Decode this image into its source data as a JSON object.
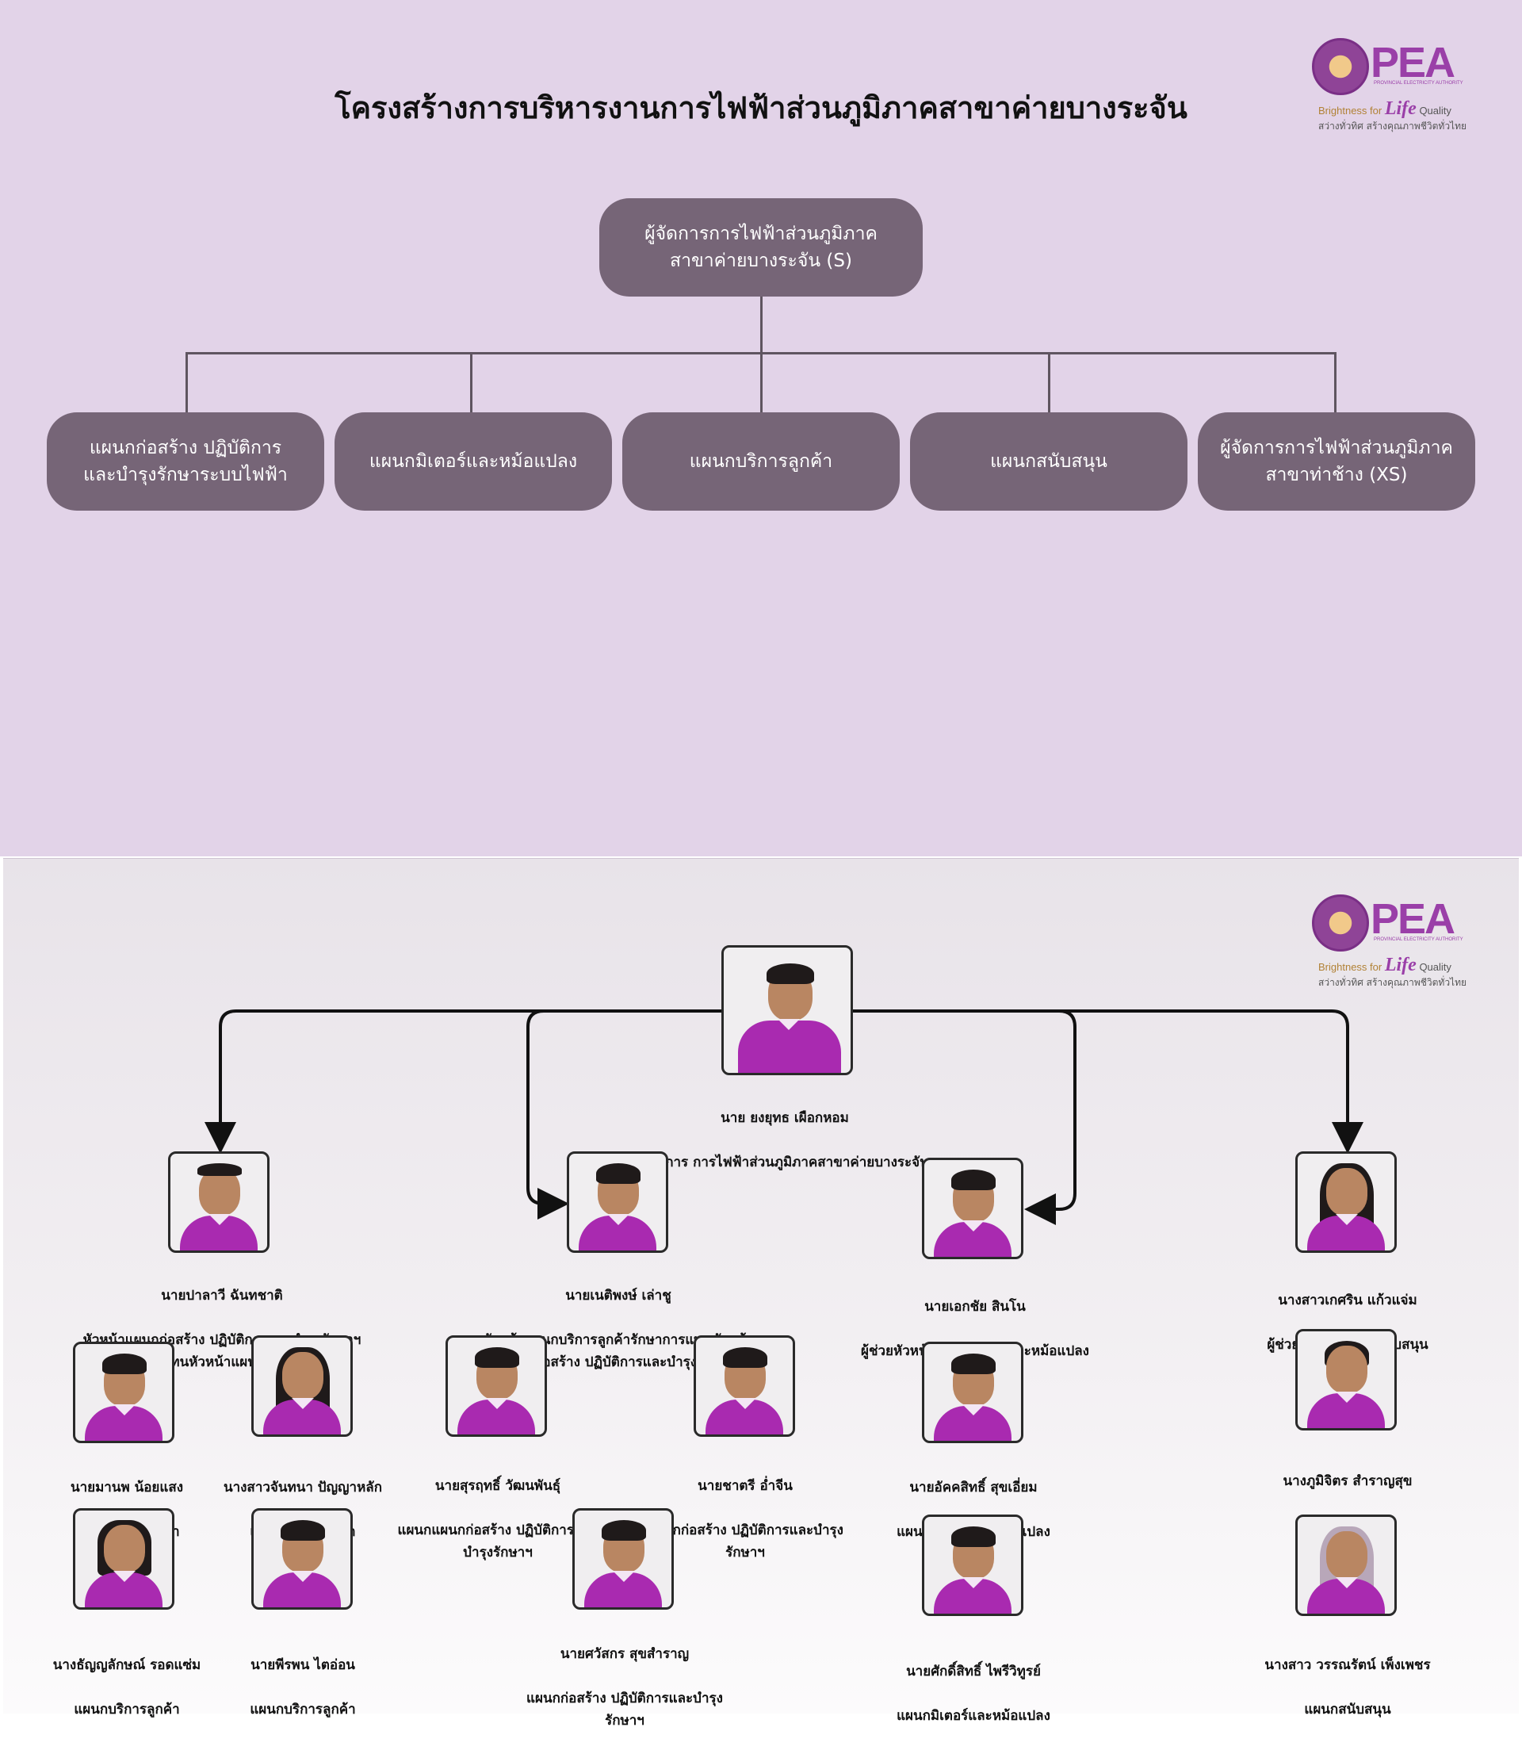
{
  "header": {
    "title": "โครงสร้างการบริหารงานการไฟฟ้าส่วนภูมิภาคสาขาค่ายบางระจัน"
  },
  "logo": {
    "brand": "PEA",
    "brand_sub": "PROVINCIAL ELECTRICITY AUTHORITY",
    "tagline_brightness": "Brightness for",
    "tagline_life": "Life",
    "tagline_quality": "Quality",
    "slogan": "สว่างทั่วทิศ สร้างคุณภาพชีวิตทั่วไทย"
  },
  "org_chart": {
    "manager": "ผู้จัดการการไฟฟ้าส่วนภูมิภาค\nสาขาค่ายบางระจัน (S)",
    "departments": [
      "แผนกก่อสร้าง ปฏิบัติการ\nและบำรุงรักษาระบบไฟฟ้า",
      "แผนกมิเตอร์และหม้อแปลง",
      "แผนกบริการลูกค้า",
      "แผนกสนับสนุน",
      "ผู้จัดการการไฟฟ้าส่วนภูมิภาค\nสาขาท่าช้าง (XS)"
    ]
  },
  "staff": {
    "manager": {
      "name": "นาย ยงยุทธ เผือกหอม",
      "role": "ผู้จัดการ การไฟฟ้าส่วนภูมิภาคสาขาค่ายบางระจัน"
    },
    "heads": [
      {
        "name": "นายปาลาวี ฉันทชาติ",
        "role": "หัวหน้าแผนกก่อสร้าง ปฏิบัติการและบำรุงรักษาฯ\nรักษาการแทนหัวหน้าแผนกบริการลูกค้า"
      },
      {
        "name": "นายเนติพงษ์ เล่าชู",
        "role": "หัวหน้าแผนกบริการลูกค้ารักษาการแทนหัวหน้า\nแผนกก่อสร้าง ปฏิบัติการและบำรุงรักษาฯ"
      },
      {
        "name": "นายเอกชัย สินโน",
        "role": "ผู้ช่วยหัวหน้าแผนกมิเตอร์และหม้อแปลง"
      },
      {
        "name": "นางสาวเกศริน แก้วแจ่ม",
        "role": "ผู้ช่วยหัวหน้าแผนกสนับสนุน"
      }
    ],
    "members": [
      {
        "name": "นายมานพ น้อยแสง",
        "role": "แผนกบริการลูกค้า"
      },
      {
        "name": "นางสาวจันทนา ปัญญาหลัก",
        "role": "แผนกบริการลูกค้า"
      },
      {
        "name": "นางธัญญลักษณ์ รอดแซ่ม",
        "role": "แผนกบริการลูกค้า"
      },
      {
        "name": "นายพีรพน ไตอ่อน",
        "role": "แผนกบริการลูกค้า"
      },
      {
        "name": "นายสุรฤทธิ์ วัฒนพันธุ์",
        "role": "แผนกแผนกก่อสร้าง ปฏิบัติการและ\nบำรุงรักษาฯ"
      },
      {
        "name": "นายชาตรี อ่ำจีน",
        "role": "แผนกก่อสร้าง ปฏิบัติการและบำรุง\nรักษาฯ"
      },
      {
        "name": "นายศวัสกร สุขสำราญ",
        "role": "แผนกก่อสร้าง ปฏิบัติการและบำรุง\nรักษาฯ"
      },
      {
        "name": "นายอัคคสิทธิ์ สุขเอี่ยม",
        "role": "แผนกมิเตอร์และหม้อแปลง"
      },
      {
        "name": "นายศักดิ์สิทธิ์ ไพรีวิทูรย์",
        "role": "แผนกมิเตอร์และหม้อแปลง"
      },
      {
        "name": "นางภูมิจิตร สำราญสุข",
        "role": "แผนกสนับสนุน"
      },
      {
        "name": "นางสาว วรรณรัตน์ เพ็งเพชร",
        "role": "แผนกสนับสนุน"
      }
    ]
  },
  "colors": {
    "top_background": "#e2d3e8",
    "box_fill": "#766577",
    "connector": "#5f5560",
    "shirt": "#a92ab0",
    "brand_purple": "#9a3fa8"
  }
}
